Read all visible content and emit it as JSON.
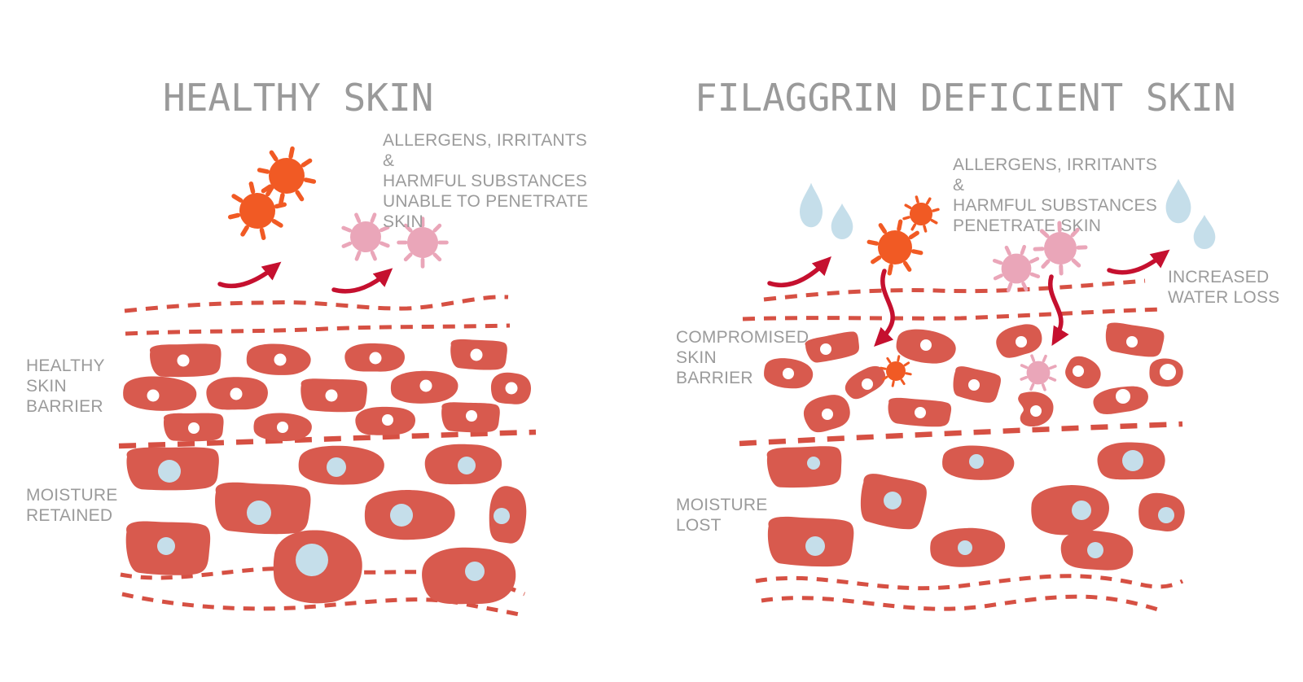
{
  "diagram": {
    "left_panel": {
      "title": "HEALTHY SKIN",
      "allergen_note": "ALLERGENS, IRRITANTS &\nHARMFUL SUBSTANCES\nUNABLE TO PENETRATE\nSKIN",
      "barrier_label": "HEALTHY\nSKIN\nBARRIER",
      "moisture_label": "MOISTURE\nRETAINED"
    },
    "right_panel": {
      "title": "FILAGGRIN DEFICIENT SKIN",
      "allergen_note": "ALLERGENS, IRRITANTS &\nHARMFUL SUBSTANCES\nPENETRATE SKIN",
      "barrier_label": "COMPROMISED\nSKIN\nBARRIER",
      "moisture_label": "MOISTURE\nLOST",
      "water_loss_label": "INCREASED\nWATER LOSS"
    },
    "colors": {
      "cell": "#D85A4E",
      "cell_nucleus_white": "#FFFFFF",
      "cell_nucleus_blue": "#C5DEEA",
      "dashed_line": "#D65043",
      "arrow": "#C5102F",
      "allergen_orange": "#F15A24",
      "allergen_pink": "#EAA6B9",
      "water_droplet": "#C5DEEA",
      "label_text": "#9B9B9B",
      "title_text": "#9A9A9A"
    }
  }
}
